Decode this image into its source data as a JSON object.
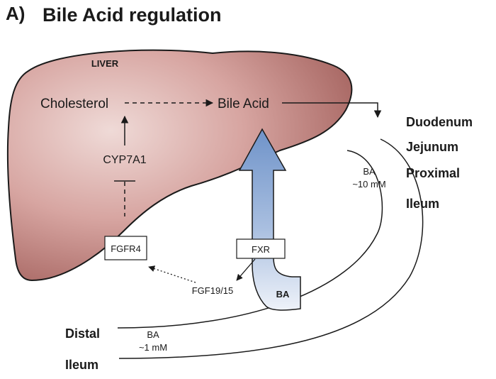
{
  "panel": {
    "letter": "A)",
    "title": "Bile Acid regulation"
  },
  "organ": {
    "label": "LIVER"
  },
  "nodes": {
    "cholesterol": "Cholesterol",
    "bile_acid": "Bile Acid",
    "cyp7a1": "CYP7A1",
    "fgfr4": "FGFR4",
    "fxr": "FXR",
    "fgf": "FGF19/15",
    "ba_box": "BA"
  },
  "intestine": {
    "duodenum": "Duodenum",
    "jejunum": "Jejunum",
    "proximal": "Proximal",
    "ileum_upper": "Ileum",
    "distal": "Distal",
    "ileum_lower": "Ileum"
  },
  "concentrations": {
    "proximal_ba": "BA",
    "proximal_value": "~10 mM",
    "distal_ba": "BA",
    "distal_value": "~1 mM"
  },
  "colors": {
    "liver_fill": "#c98a86",
    "liver_highlight": "#efdad7",
    "liver_shadow": "#9a5551",
    "arrow_blue": "#6f93c9",
    "arrow_light": "#eef2f9",
    "ink": "#1a1a1a"
  }
}
